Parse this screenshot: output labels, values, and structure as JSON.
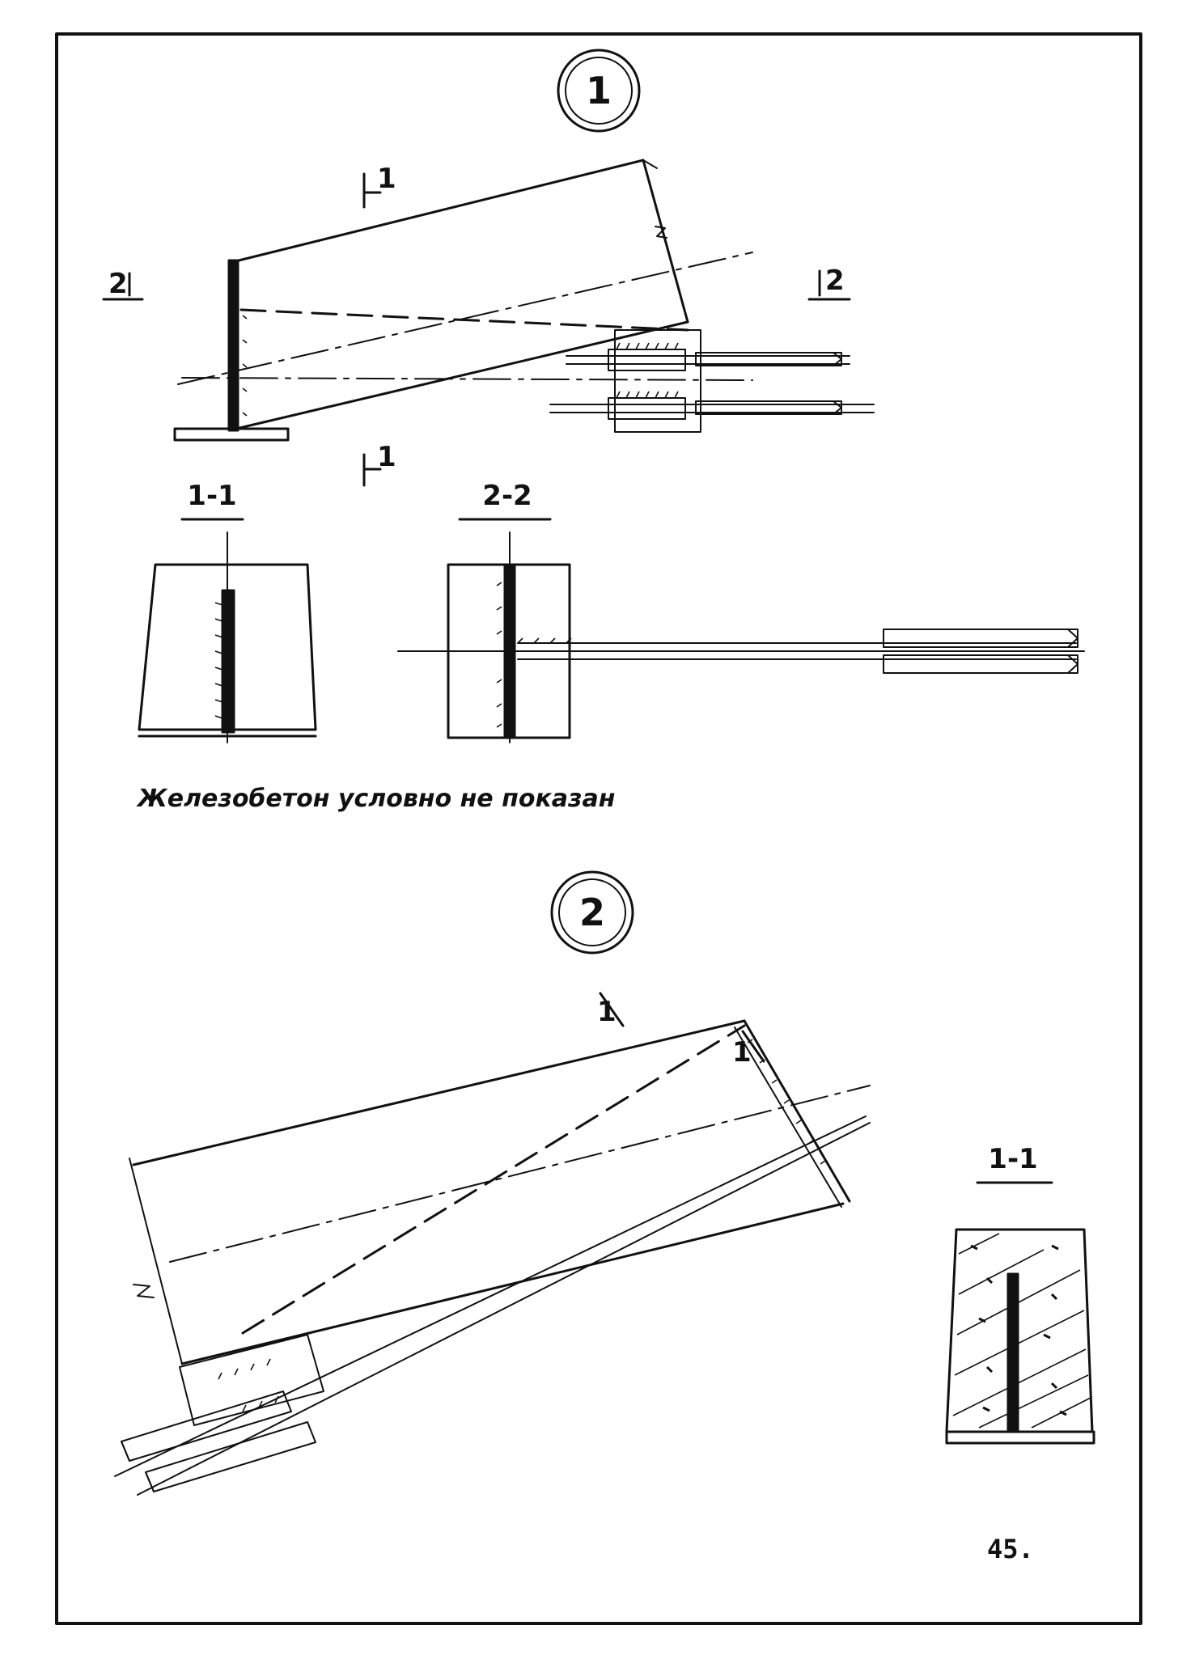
{
  "drawing_1": {
    "number": "1",
    "cut_mark_top": "1",
    "cut_mark_bottom": "1",
    "cut_mark_left": "2",
    "cut_mark_right": "2",
    "section_11_title": "1-1",
    "section_22_title": "2-2",
    "note": "Железобетон условно не показан"
  },
  "drawing_2": {
    "number": "2",
    "cut_mark_top": "1",
    "cut_mark_bottom": "1",
    "section_11_title": "1-1"
  },
  "page_number": "45."
}
